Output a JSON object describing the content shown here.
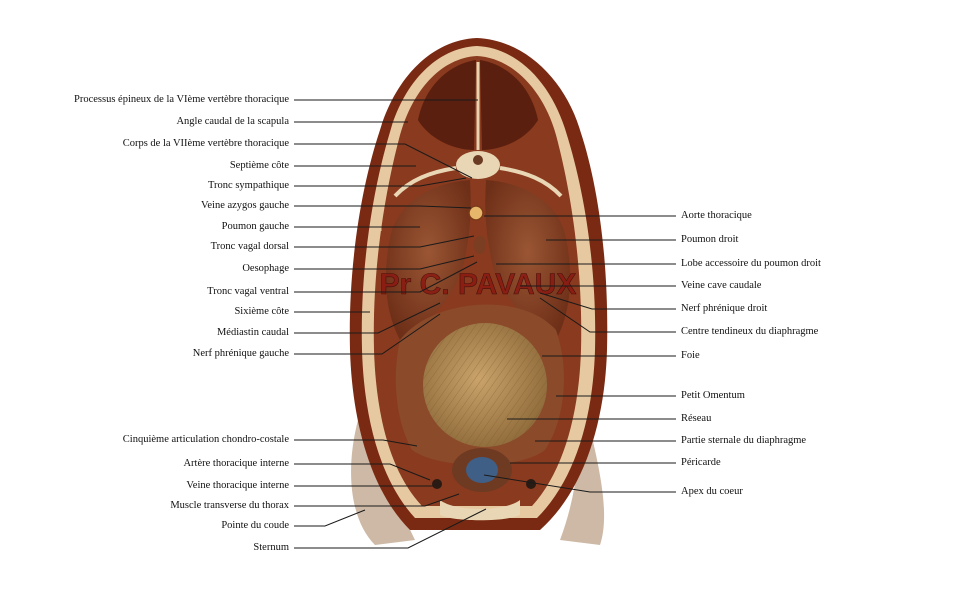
{
  "watermark": "Pr C. PAVAUX",
  "labels_left": [
    "Processus épineux de la VIème vertèbre thoracique",
    "Angle caudal de la scapula",
    "Corps de la VIIème vertèbre thoracique",
    "Septième côte",
    "Tronc sympathique",
    "Veine azygos gauche",
    "Poumon gauche",
    "Tronc vagal dorsal",
    "Oesophage",
    "Tronc vagal ventral",
    "Sixième côte",
    "Médiastin caudal",
    "Nerf phrénique gauche",
    "Cinquième articulation chondro-costale",
    "Artère thoracique interne",
    "Veine thoracique interne",
    "Muscle transverse du thorax",
    "Pointe du coude",
    "Sternum"
  ],
  "labels_right": [
    "Aorte thoracique",
    "Poumon droit",
    "Lobe accessoire du poumon droit",
    "Veine cave caudale",
    "Nerf phrénique droit",
    "Centre tendineux du diaphragme",
    "Foie",
    "Petit Omentum",
    "Réseau",
    "Partie sternale du diaphragme",
    "Péricarde",
    "Apex du coeur"
  ],
  "colors": {
    "tissue_dark": "#6b2a14",
    "tissue_mid": "#8a3a1e",
    "lung": "#8c4a2c",
    "fat": "#e9cfa8",
    "watermark": "#8b1a12"
  }
}
